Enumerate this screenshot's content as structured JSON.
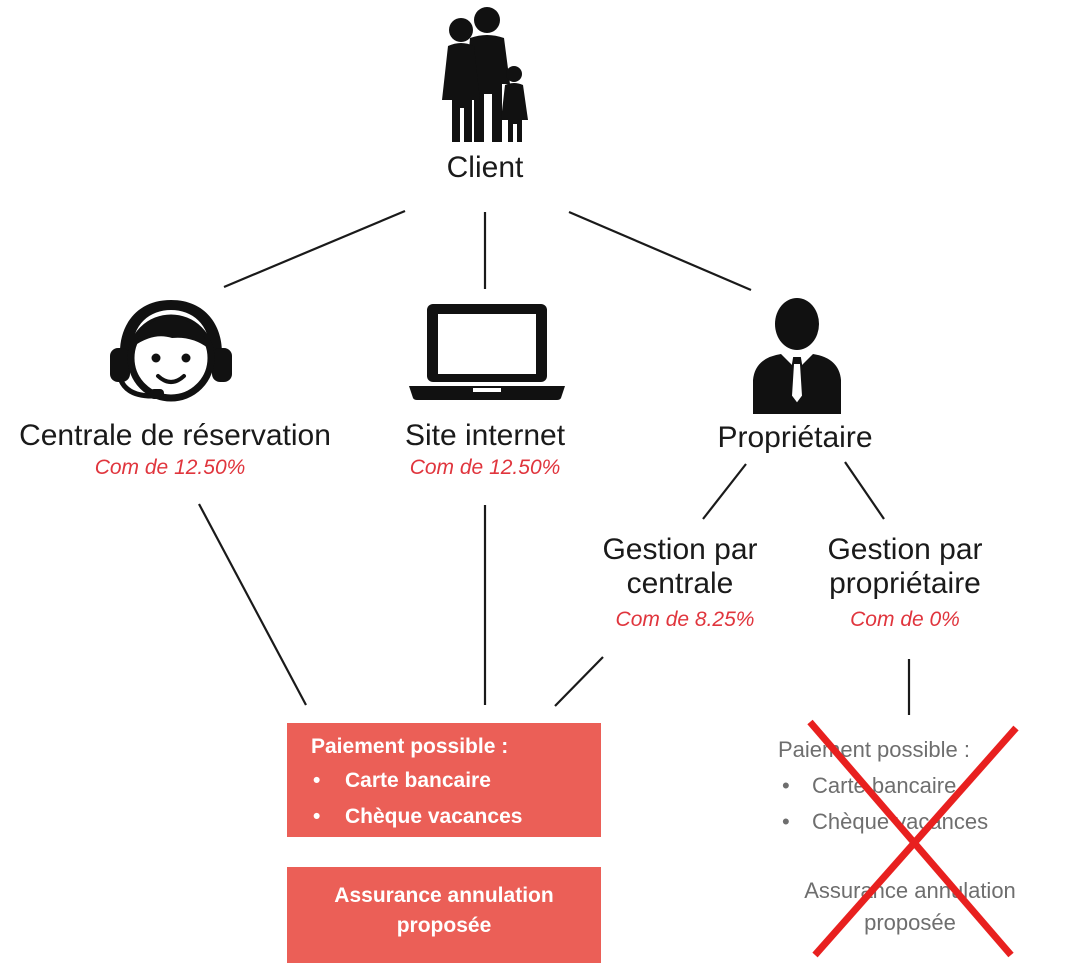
{
  "client": {
    "label": "Client",
    "icon": "family-icon"
  },
  "channels": [
    {
      "label": "Centrale de réservation",
      "commission": "Com de 12.50%",
      "icon": "headset-operator-icon"
    },
    {
      "label": "Site internet",
      "commission": "Com de 12.50%",
      "icon": "laptop-icon"
    },
    {
      "label": "Propriétaire",
      "commission": "",
      "icon": "businessman-icon"
    }
  ],
  "owner_branches": [
    {
      "label_line1": "Gestion par",
      "label_line2": "centrale",
      "commission": "Com de 8.25%"
    },
    {
      "label_line1": "Gestion par",
      "label_line2": "propriétaire",
      "commission": "Com de 0%"
    }
  ],
  "payment_box": {
    "title": "Paiement possible :",
    "items": [
      "Carte bancaire",
      "Chèque vacances"
    ],
    "bullet": "•"
  },
  "insurance_box": {
    "line1": "Assurance annulation",
    "line2": "proposée"
  },
  "crossed_payment": {
    "title": "Paiement possible :",
    "items": [
      "Carte bancaire",
      "Chèque vacances"
    ],
    "bullet": "•",
    "insurance_line1": "Assurance annulation",
    "insurance_line2": "proposée"
  },
  "colors": {
    "accent_red": "#e0353d",
    "box_fill": "#eb5f57",
    "cross_red": "#e8201f",
    "line": "#1a1a1a"
  }
}
